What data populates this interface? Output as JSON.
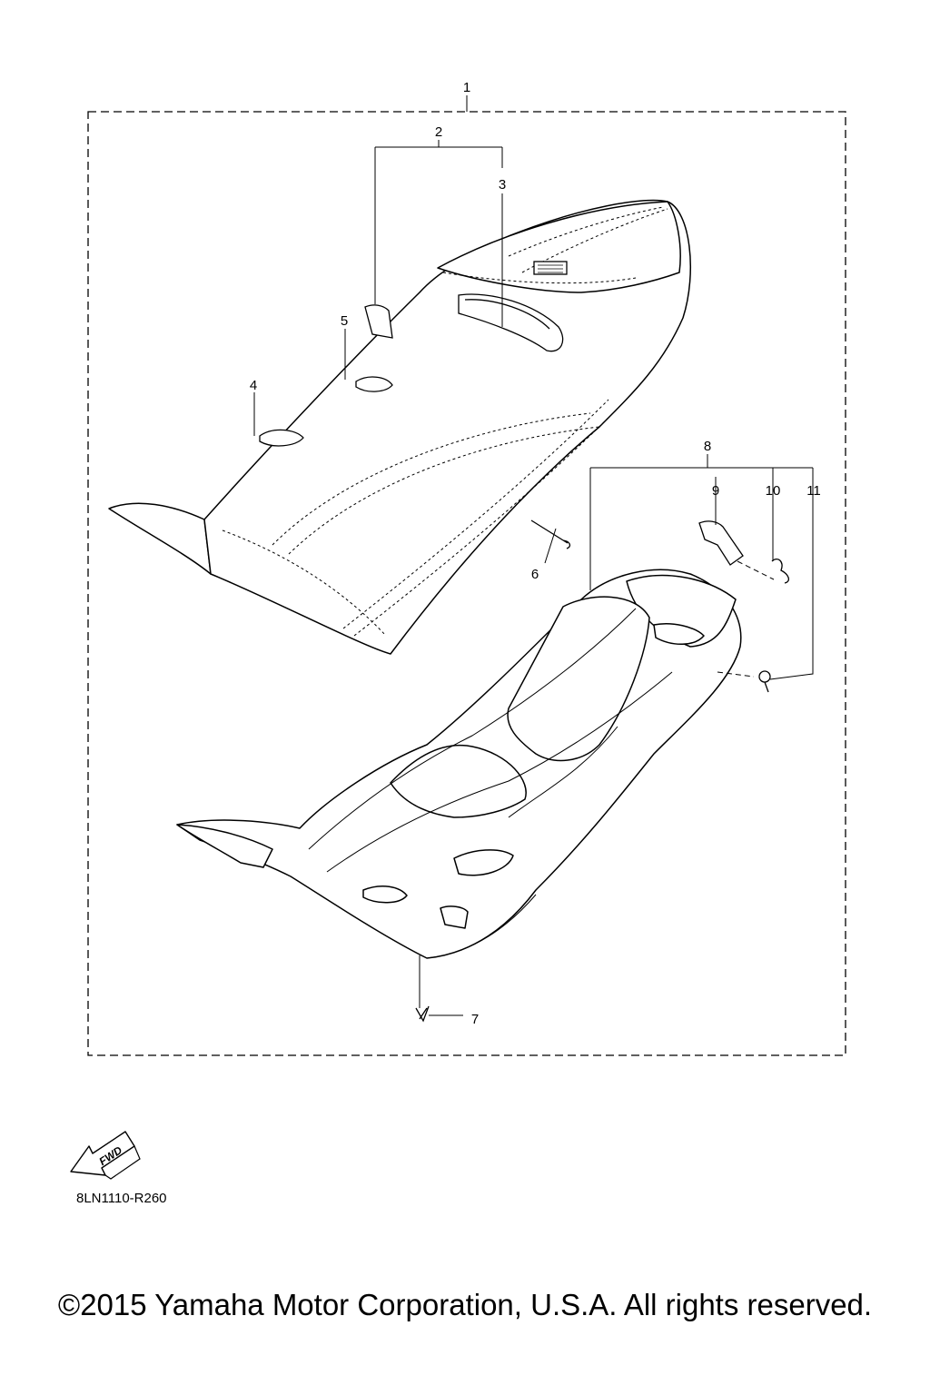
{
  "callouts": {
    "c1": "1",
    "c2": "2",
    "c3": "3",
    "c4": "4",
    "c5": "5",
    "c6": "6",
    "c7": "7",
    "c8": "8",
    "c9": "9",
    "c10": "10",
    "c11": "11"
  },
  "fwd_label": "FWD",
  "reference_code": "8LN1110-R260",
  "copyright": "©2015 Yamaha Motor Corporation, U.S.A. All rights reserved.",
  "icons": {
    "forward": "forward-arrow-icon"
  }
}
